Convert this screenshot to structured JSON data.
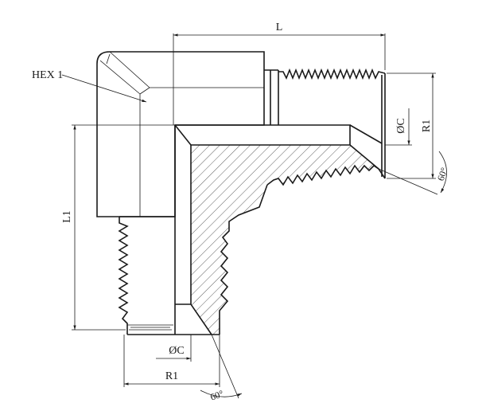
{
  "labels": {
    "hex": "HEX 1",
    "length_top": "L",
    "length_side": "L1",
    "diameter_right": "ØC",
    "diameter_bottom": "ØC",
    "thread_right": "R1",
    "thread_bottom": "R1",
    "angle_right": "60°",
    "angle_bottom": "60°"
  }
}
